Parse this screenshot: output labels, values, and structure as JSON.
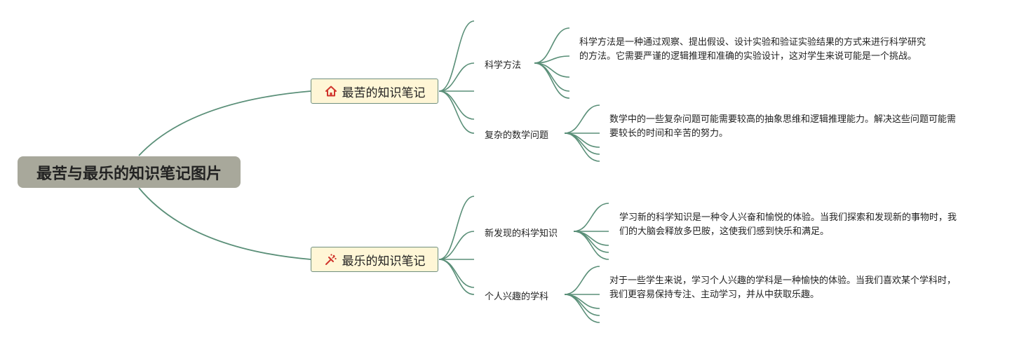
{
  "root": {
    "title": "最苦与最乐的知识笔记图片"
  },
  "branches": [
    {
      "label": "最苦的知识笔记",
      "icon": "home-icon",
      "topics": [
        {
          "label": "科学方法",
          "detail": "科学方法是一种通过观察、提出假设、设计实验和验证实验结果的方式来进行科学研究的方法。它需要严谨的逻辑推理和准确的实验设计，这对学生来说可能是一个挑战。"
        },
        {
          "label": "复杂的数学问题",
          "detail": "数学中的一些复杂问题可能需要较高的抽象思维和逻辑推理能力。解决这些问题可能需要较长的时间和辛苦的努力。"
        }
      ]
    },
    {
      "label": "最乐的知识笔记",
      "icon": "party-popper-icon",
      "topics": [
        {
          "label": "新发现的科学知识",
          "detail": "学习新的科学知识是一种令人兴奋和愉悦的体验。当我们探索和发现新的事物时，我们的大脑会释放多巴胺，这使我们感到快乐和满足。"
        },
        {
          "label": "个人兴趣的学科",
          "detail": "对于一些学生来说，学习个人兴趣的学科是一种愉快的体验。当我们喜欢某个学科时，我们更容易保持专注、主动学习，并从中获取乐趣。"
        }
      ]
    }
  ],
  "colors": {
    "line": "#5a8f78",
    "root_bg": "#a8a89b",
    "branch_bg": "#fff6d6"
  }
}
